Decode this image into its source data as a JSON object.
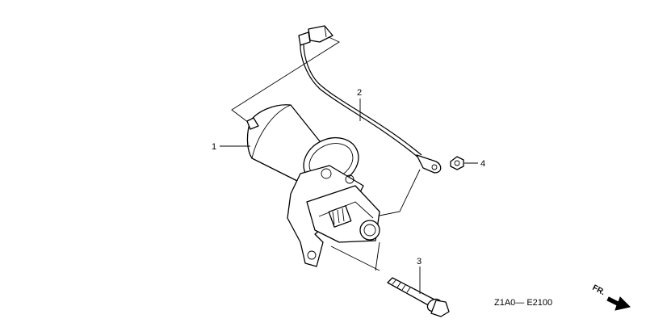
{
  "callouts": [
    {
      "id": "starter-motor",
      "label": "1"
    },
    {
      "id": "cable",
      "label": "2"
    },
    {
      "id": "bolt",
      "label": "3"
    },
    {
      "id": "nut",
      "label": "4"
    }
  ],
  "diagram_code": "Z1A0— E2100",
  "direction_label": "FR."
}
